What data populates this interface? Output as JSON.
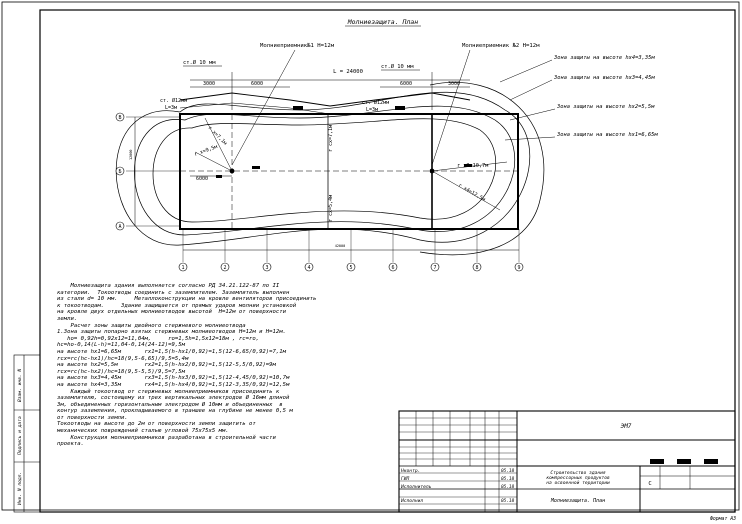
{
  "sheet": {
    "title": "Молниезащита. План",
    "format_label": "Формат А3"
  },
  "plan": {
    "rod_label_left": "Молниеприемник№1  Н=12м",
    "rod_label_right": "Молниеприемник №2 Н=12м",
    "span_label": "L = 24000",
    "wire_left": "ст.Ø 10 мм",
    "wire_right": "ст.Ø 10 мм",
    "dim_left_top": "3000",
    "dim_left_mid": "6000",
    "dim_right_mid": "6000",
    "dim_right_top": "3000",
    "dim_left_side": "6000",
    "ground_left": "ст. Ø12мм",
    "ground_left_len": "L=3м",
    "ground_right": "ст. Ø12мм",
    "ground_right_len": "L=3м",
    "rx_left_top": "r x=7,1м",
    "rx_left_mid": "r x=9,5м",
    "rcx_top": "r cx=7,1м",
    "rcx_bottom": "r cx=5,4м",
    "rx_right_mid": "r x3=10,7м",
    "rx_right_low": "r x4=12,5м",
    "zones": [
      "Зона защиты на высоте hx4=3,35м",
      "Зона защиты на высоте hx3=4,45м",
      "Зона защиты на высоте hx2=5,5м",
      "Зона защиты на высоте hx1=6,65м"
    ],
    "row_axes": [
      "В",
      "Б",
      "А"
    ],
    "col_axes": [
      "1",
      "2",
      "3",
      "4",
      "5",
      "6",
      "7",
      "8",
      "9"
    ],
    "side_dim": "12000",
    "bottom_dim": "42000"
  },
  "notes": [
    "    Молниезащита здания выполняется согласно РД 34.21.122-87 по II",
    "категории.  Токоотводы соединить с заземлителем. Заземлитель выполнен",
    "из стали d= 10 мм.     Металлоконструкции на кровле вентиляторов присоединить",
    "к токоотводам.     Здание защищается от прямых ударов молнии установкой",
    "на кровле двух отдельных молниеотводов высотой  Н=12м от поверхности",
    "земли.",
    "    Расчет зоны защиты двойного стержневого молниеотвода",
    "1.Зона защиты попарно взятых стержневых молниеотводов Н=12м и Н=12м.",
    "   ho= 0,92h=0,92х12=11,04м,     ro=1,5h=1,5х12=18м , rc=ro,",
    "hc=ho-0,14(L-h)=11,04-0,14(24-12)=9,5м",
    "на высоте hx1=6,65м       rx1=1,5(h-hx1/0,92)=1,5(12-6,65/0,92)=7,1м",
    "rcx=rc(hc-hx1)/hc=18(9,5-6,65)/9,5=5,4м",
    "на высоте hx2=5,5м        rx2=1,5(h-hx2/0,92)=1,5(12-5,5/0,92)=9м",
    "rcx=rc(hc-hx2)/hc=18(9,5-5,5)/9,5=7,5м",
    "на высоте hx3=4,45м       rx3=1,5(h-hx3/0,92)=1,5(12-4,45/0,92)=10,7м",
    "на высоте hx4=3,35м       rx4=1,5(h-hx4/0,92)=1,5(12-3,35/0,92)=12,5м",
    "",
    "    Каждый токоотвод от стержневых молниеприемников присоединить к",
    "заземлителю, состоящему из трех вертикальных электродов Ø 16мм длиной",
    "3м, объединенных горизонтальным электродом Ø 10мм и объединенных  в",
    "контур заземления, прокладываемого в траншее на глубине не менее 0,5 м",
    "от поверхности земли.",
    "Токоотводы на высоте до 2м от поверхности земли защитить от",
    "механических повреждений сталью угловой 75х75х5 мм.",
    "    Конструкция молниеприемников разработана в строительной части",
    "проекта."
  ],
  "stamp": {
    "code": "ЭМ7",
    "roles": [
      "Нконтр.",
      "ГИП",
      "Исполнитель",
      "Исполнил"
    ],
    "dates": [
      "05.18",
      "05.18",
      "05.18",
      "05.18"
    ],
    "project": "Строительство здания",
    "project_line2": "компрессорных продуктов",
    "project_line3": "на освоенной территории",
    "stage": "С",
    "drawing": "Молниезащита. План"
  },
  "side_stamp": [
    "Инв. N подл.",
    "Подпись и дата",
    "Взам. инв. N"
  ]
}
